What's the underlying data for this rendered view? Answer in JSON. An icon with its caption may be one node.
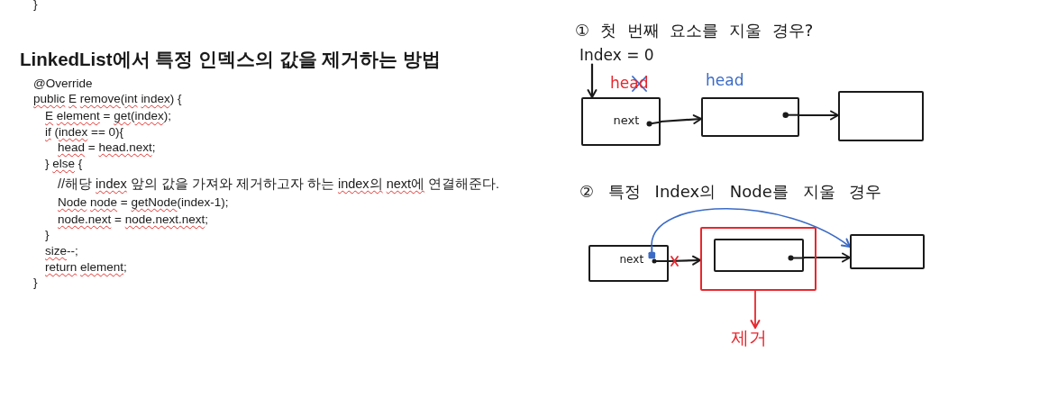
{
  "diagram": {
    "title": "LinkedList에서 특정 인덱스의 값을 제거하는 방법",
    "nodes": [
      {
        "text": [
          "Index = 0"
        ]
      },
      {
        "text": [
          "next"
        ],
        "beside": [
          "head"
        ]
      },
      {
        "text": [],
        "shape": "box",
        "beside": [
          "head"
        ]
      },
      {
        "text": [],
        "shape": "box"
      },
      {
        "text": [
          "next"
        ]
      },
      {
        "text": [],
        "shape": "box"
      },
      {
        "text": [],
        "shape": "box",
        "in": 5
      },
      {
        "text": [],
        "shape": "box"
      },
      {
        "text": [
          "제거"
        ]
      }
    ],
    "edges": [
      {
        "from": 0,
        "to": 1,
        "arrow": "to"
      },
      {
        "from": 1,
        "to": 2,
        "arrow": "to"
      },
      {
        "from": 2,
        "to": 3,
        "arrow": "to"
      },
      {
        "from": 4,
        "to": 5,
        "arrow": "to"
      },
      {
        "from": 4,
        "to": 7,
        "arrow": "to",
        "color": "#3b6bc6"
      },
      {
        "from": 6,
        "to": 7,
        "arrow": "to"
      },
      {
        "from": 5,
        "to": 8,
        "arrow": "to",
        "color": "#e8262d"
      }
    ],
    "labels": [
      "}",
      "@Override",
      "public E remove(int index) {",
      "E element = get(index);",
      "if (index == 0){",
      "head = head.next;",
      "} else {",
      "//해당 index 앞의 값을 가져와 제거하고자 하는 index의 next에 연결해준다.",
      "Node node = getNode(index-1);",
      "node.next = node.next.next;",
      "}",
      "size--;",
      "return element;",
      "}",
      "① 첫 번째 요소를 지울 경우?",
      "② 특정 Index의 Node를 지울 경우"
    ]
  }
}
